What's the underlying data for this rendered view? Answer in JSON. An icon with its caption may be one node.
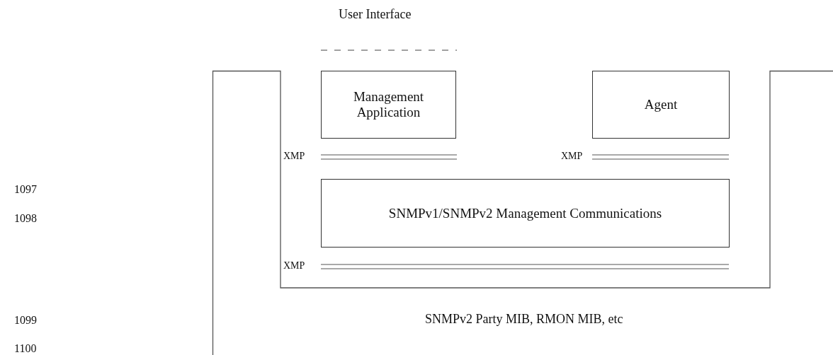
{
  "diagram": {
    "nodes": [
      {
        "text": [
          "Management Application"
        ]
      },
      {
        "text": [
          "Agent"
        ]
      },
      {
        "text": [
          "SNMPv1/SNMPv2 Management Communications"
        ]
      }
    ],
    "edges": [],
    "labels": [
      "User Interface",
      "XMP",
      "XMP",
      "1097",
      "1098",
      "XMP",
      "1099",
      "SNMPv2 Party MIB, RMON MIB, etc",
      "1100"
    ]
  }
}
